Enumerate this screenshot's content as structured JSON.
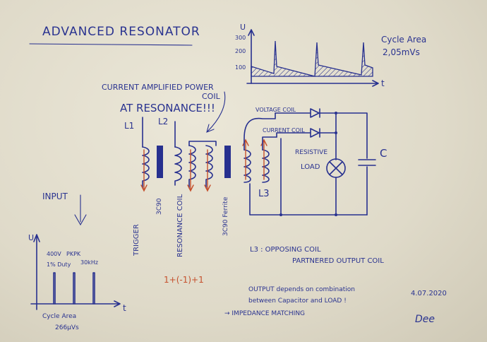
{
  "title": "ADVANCED RESONATOR",
  "annotations": {
    "current_amplified_1": "CURRENT AMPLIFIED POWER",
    "current_amplified_2": "COIL",
    "at_resonance": "AT RESONANCE!!!",
    "input": "INPUT",
    "voltage_coil": "VOLTAGE COIL",
    "current_coil": "CURRENT COIL",
    "resistive_1": "RESISTIVE",
    "resistive_2": "LOAD",
    "cap": "C",
    "l1": "L1",
    "l2": "L2",
    "l3": "L3",
    "trigger": "TRIGGER",
    "core1": "3C90",
    "resonance_coil": "RESONANCE COIL",
    "core2": "3C90 Ferrite",
    "equation": "1+(-1)+1",
    "l3_note_1": "L3 : OPPOSING COIL",
    "l3_note_2": "PARTNERED OUTPUT COIL",
    "output_1": "OUTPUT depends on combination",
    "output_2": "between Capacitor and LOAD !",
    "output_3": "→ IMPEDANCE MATCHING",
    "date": "4.07.2020",
    "signature": "Dee"
  },
  "output_graph": {
    "y_label": "U",
    "x_label": "t",
    "ticks": [
      "300",
      "200",
      "100"
    ],
    "cycle_area_1": "Cycle Area",
    "cycle_area_2": "2,05mVs",
    "pulse_times": [
      0.22,
      0.52,
      0.86
    ]
  },
  "input_graph": {
    "y_label": "U",
    "x_label": "t",
    "label_1": "400V",
    "label_2": "PKPK",
    "label_3": "1% Duty",
    "label_4": "30kHz",
    "cycle_area_1": "Cycle Area",
    "cycle_area_2": "266μVs",
    "pulse_times": [
      0.2,
      0.5,
      0.8
    ]
  },
  "colors": {
    "ink": "#27308f",
    "red": "#c5502d"
  }
}
